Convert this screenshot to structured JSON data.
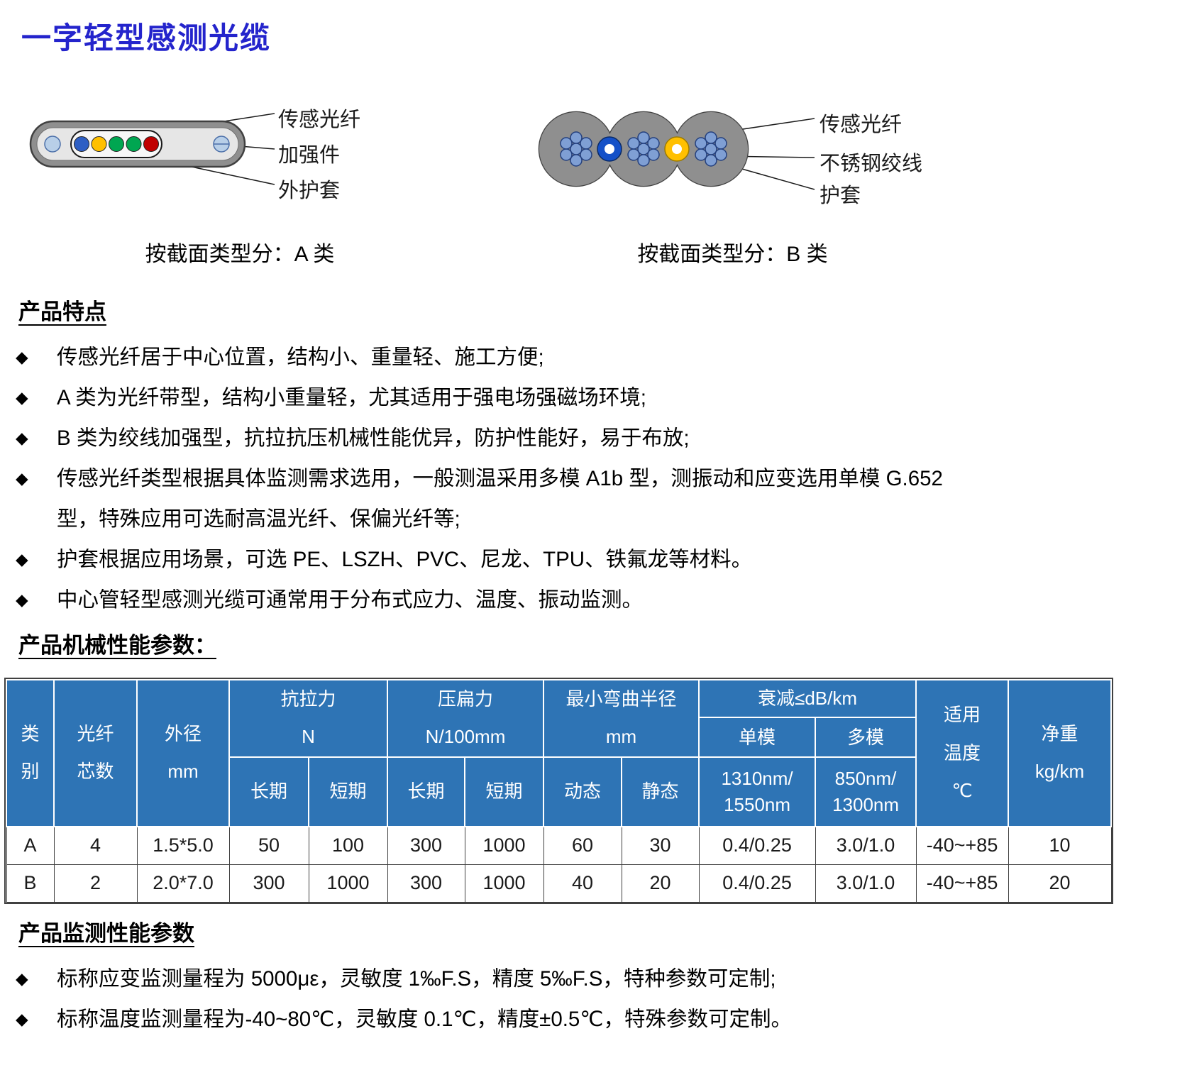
{
  "title": "一字轻型感测光缆",
  "diagram_a": {
    "labels": [
      "传感光纤",
      "加强件",
      "外护套"
    ],
    "caption": "按截面类型分：A 类"
  },
  "diagram_b": {
    "labels": [
      "传感光纤",
      "不锈钢绞线",
      "护套"
    ],
    "caption": "按截面类型分：B 类"
  },
  "features": {
    "heading": "产品特点",
    "bullet": "◆",
    "items": [
      "传感光纤居于中心位置，结构小、重量轻、施工方便;",
      "A 类为光纤带型，结构小重量轻，尤其适用于强电场强磁场环境;",
      "B 类为绞线加强型，抗拉抗压机械性能优异，防护性能好，易于布放;",
      "传感光纤类型根据具体监测需求选用，一般测温采用多模 A1b 型，测振动和应变选用单模 G.652 型，特殊应用可选耐高温光纤、保偏光纤等;",
      "护套根据应用场景，可选 PE、LSZH、PVC、尼龙、TPU、铁氟龙等材料。",
      "中心管轻型感测光缆可通常用于分布式应力、温度、振动监测。"
    ]
  },
  "mech": {
    "heading": "产品机械性能参数：",
    "headers": {
      "category": "类\n别",
      "fiber_count": "光纤\n芯数",
      "outer_diameter": "外径\nmm",
      "tensile": "抗拉力\nN",
      "crush": "压扁力\nN/100mm",
      "bend": "最小弯曲半径\nmm",
      "attenuation": "衰减≤dB/km",
      "single_mode": "单模",
      "multi_mode": "多模",
      "sm_wavelengths": "1310nm/\n1550nm",
      "mm_wavelengths": "850nm/\n1300nm",
      "long_term_1": "长期",
      "short_term_1": "短期",
      "long_term_2": "长期",
      "short_term_2": "短期",
      "dynamic": "动态",
      "static": "静态",
      "temperature": "适用\n温度\n℃",
      "weight": "净重\nkg/km"
    },
    "rows": [
      {
        "cells": [
          "A",
          "4",
          "1.5*5.0",
          "50",
          "100",
          "300",
          "1000",
          "60",
          "30",
          "0.4/0.25",
          "3.0/1.0",
          "-40~+85",
          "10"
        ]
      },
      {
        "cells": [
          "B",
          "2",
          "2.0*7.0",
          "300",
          "1000",
          "300",
          "1000",
          "40",
          "20",
          "0.4/0.25",
          "3.0/1.0",
          "-40~+85",
          "20"
        ]
      }
    ]
  },
  "monitoring": {
    "heading": "产品监测性能参数",
    "bullet": "◆",
    "items": [
      "标称应变监测量程为 5000με，灵敏度 1‰F.S，精度 5‰F.S，特种参数可定制;",
      "标称温度监测量程为-40~80℃，灵敏度 0.1℃，精度±0.5℃，特殊参数可定制。"
    ]
  },
  "colors": {
    "title_blue": "#2424CC",
    "table_header_blue": "#2E74B5",
    "cable_sheath_gray": "#8F8F8F",
    "fiber_blue": "#2E5FC4",
    "fiber_yellow": "#FFC000",
    "fiber_green": "#00A651",
    "fiber_red": "#C00000",
    "strand_blue": "#7F9FD4"
  }
}
